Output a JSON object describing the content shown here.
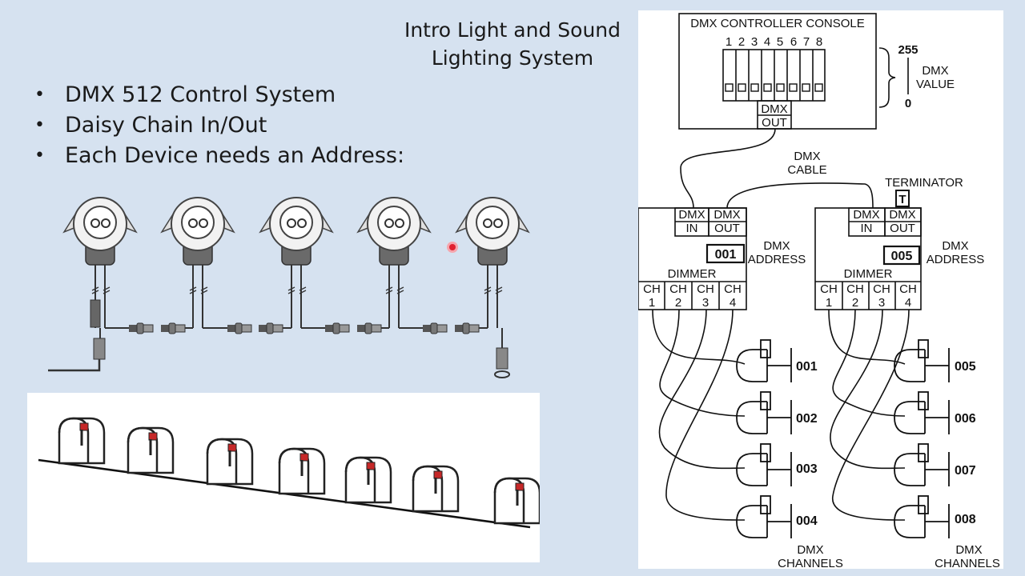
{
  "slide": {
    "title_line1": "Intro Light and Sound",
    "title_line2": "Lighting System",
    "bullets": [
      "DMX 512 Control System",
      "Daisy Chain In/Out",
      "Each Device needs an Address:"
    ]
  },
  "diagram": {
    "console_title": "DMX CONTROLLER CONSOLE",
    "channel_numbers": [
      "1",
      "2",
      "3",
      "4",
      "5",
      "6",
      "7",
      "8"
    ],
    "max_value": "255",
    "min_value": "0",
    "value_label_1": "DMX",
    "value_label_2": "VALUE",
    "console_out_1": "DMX",
    "console_out_2": "OUT",
    "cable_label_1": "DMX",
    "cable_label_2": "CABLE",
    "terminator_label": "TERMINATOR",
    "terminator_symbol": "T",
    "dimmers": [
      {
        "in_1": "DMX",
        "in_2": "IN",
        "out_1": "DMX",
        "out_2": "OUT",
        "address": "001",
        "address_label_1": "DMX",
        "address_label_2": "ADDRESS",
        "name": "DIMMER",
        "channels": [
          [
            "CH",
            "1"
          ],
          [
            "CH",
            "2"
          ],
          [
            "CH",
            "3"
          ],
          [
            "CH",
            "4"
          ]
        ],
        "lamps": [
          "001",
          "002",
          "003",
          "004"
        ],
        "channels_label_1": "DMX",
        "channels_label_2": "CHANNELS"
      },
      {
        "in_1": "DMX",
        "in_2": "IN",
        "out_1": "DMX",
        "out_2": "OUT",
        "address": "005",
        "address_label_1": "DMX",
        "address_label_2": "ADDRESS",
        "name": "DIMMER",
        "channels": [
          [
            "CH",
            "1"
          ],
          [
            "CH",
            "2"
          ],
          [
            "CH",
            "3"
          ],
          [
            "CH",
            "4"
          ]
        ],
        "lamps": [
          "005",
          "006",
          "007",
          "008"
        ],
        "channels_label_1": "DMX",
        "channels_label_2": "CHANNELS"
      }
    ]
  },
  "colors": {
    "background": "#d6e2f0",
    "laser_dot": "#e02030",
    "mailbox_flag": "#c62828"
  }
}
